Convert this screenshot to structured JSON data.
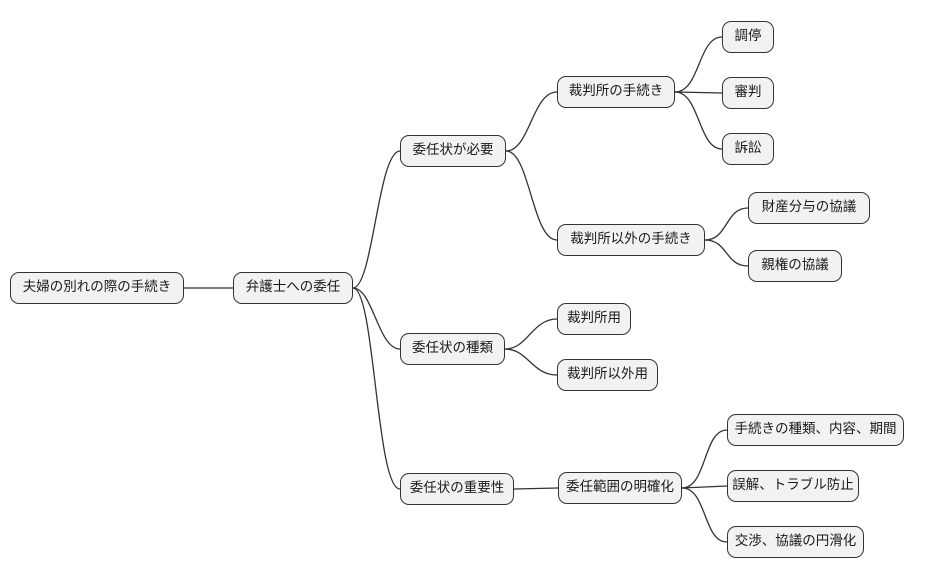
{
  "style": {
    "node_fill": "#f2f2f2",
    "node_border": "#333333",
    "text_color": "#1a1a1a",
    "edge_color": "#333333",
    "background": "#ffffff"
  },
  "mindmap": {
    "root": {
      "label": "夫婦の別れの際の手続き"
    },
    "trunk": {
      "label": "弁護士への委任"
    },
    "branches": [
      {
        "label": "委任状が必要",
        "children": [
          {
            "label": "裁判所の手続き",
            "children": [
              {
                "label": "調停"
              },
              {
                "label": "審判"
              },
              {
                "label": "訴訟"
              }
            ]
          },
          {
            "label": "裁判所以外の手続き",
            "children": [
              {
                "label": "財産分与の協議"
              },
              {
                "label": "親権の協議"
              }
            ]
          }
        ]
      },
      {
        "label": "委任状の種類",
        "children": [
          {
            "label": "裁判所用"
          },
          {
            "label": "裁判所以外用"
          }
        ]
      },
      {
        "label": "委任状の重要性",
        "children": [
          {
            "label": "委任範囲の明確化",
            "children": [
              {
                "label": "手続きの種類、内容、期間"
              },
              {
                "label": "誤解、トラブル防止"
              },
              {
                "label": "交渉、協議の円滑化"
              }
            ]
          }
        ]
      }
    ]
  }
}
